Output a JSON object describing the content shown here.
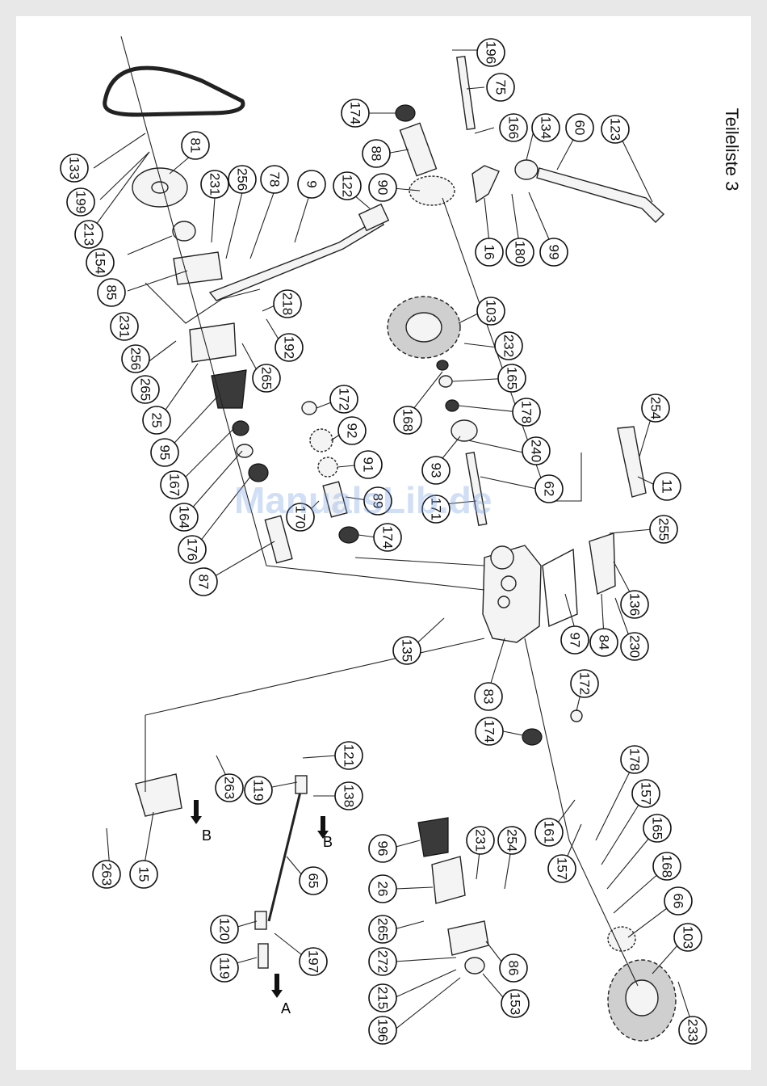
{
  "sheet": {
    "title": "Teileliste 3",
    "watermark": "ManualsLib.de"
  },
  "callouts": [
    {
      "id": "c196a",
      "text": "196"
    },
    {
      "id": "c75",
      "text": "75"
    },
    {
      "id": "c174a",
      "text": "174"
    },
    {
      "id": "c166",
      "text": "166"
    },
    {
      "id": "c134",
      "text": "134"
    },
    {
      "id": "c60",
      "text": "60"
    },
    {
      "id": "c123",
      "text": "123"
    },
    {
      "id": "c133",
      "text": "133"
    },
    {
      "id": "c199",
      "text": "199"
    },
    {
      "id": "c213",
      "text": "213"
    },
    {
      "id": "c81",
      "text": "81"
    },
    {
      "id": "c154",
      "text": "154"
    },
    {
      "id": "c85",
      "text": "85"
    },
    {
      "id": "c231a",
      "text": "231"
    },
    {
      "id": "c256a",
      "text": "256"
    },
    {
      "id": "c78",
      "text": "78"
    },
    {
      "id": "c9",
      "text": "9"
    },
    {
      "id": "c122",
      "text": "122"
    },
    {
      "id": "c88",
      "text": "88"
    },
    {
      "id": "c90",
      "text": "90"
    },
    {
      "id": "c16",
      "text": "16"
    },
    {
      "id": "c180",
      "text": "180"
    },
    {
      "id": "c99",
      "text": "99"
    },
    {
      "id": "c231b",
      "text": "231"
    },
    {
      "id": "c256b",
      "text": "256"
    },
    {
      "id": "c265a",
      "text": "265"
    },
    {
      "id": "c218",
      "text": "218"
    },
    {
      "id": "c192",
      "text": "192"
    },
    {
      "id": "c265b",
      "text": "265"
    },
    {
      "id": "c25",
      "text": "25"
    },
    {
      "id": "c95",
      "text": "95"
    },
    {
      "id": "c167",
      "text": "167"
    },
    {
      "id": "c164",
      "text": "164"
    },
    {
      "id": "c176",
      "text": "176"
    },
    {
      "id": "c87",
      "text": "87"
    },
    {
      "id": "c170",
      "text": "170"
    },
    {
      "id": "c172a",
      "text": "172"
    },
    {
      "id": "c92",
      "text": "92"
    },
    {
      "id": "c91",
      "text": "91"
    },
    {
      "id": "c89",
      "text": "89"
    },
    {
      "id": "c174b",
      "text": "174"
    },
    {
      "id": "c103a",
      "text": "103"
    },
    {
      "id": "c232",
      "text": "232"
    },
    {
      "id": "c165a",
      "text": "165"
    },
    {
      "id": "c168a",
      "text": "168"
    },
    {
      "id": "c178a",
      "text": "178"
    },
    {
      "id": "c93",
      "text": "93"
    },
    {
      "id": "c240",
      "text": "240"
    },
    {
      "id": "c171",
      "text": "171"
    },
    {
      "id": "c62",
      "text": "62"
    },
    {
      "id": "c254a",
      "text": "254"
    },
    {
      "id": "c11",
      "text": "11"
    },
    {
      "id": "c255",
      "text": "255"
    },
    {
      "id": "c136",
      "text": "136"
    },
    {
      "id": "c97",
      "text": "97"
    },
    {
      "id": "c84",
      "text": "84"
    },
    {
      "id": "c230",
      "text": "230"
    },
    {
      "id": "c135",
      "text": "135"
    },
    {
      "id": "c83",
      "text": "83"
    },
    {
      "id": "c172b",
      "text": "172"
    },
    {
      "id": "c174c",
      "text": "174"
    },
    {
      "id": "c121",
      "text": "121"
    },
    {
      "id": "c263a",
      "text": "263"
    },
    {
      "id": "c119a",
      "text": "119"
    },
    {
      "id": "c138",
      "text": "138"
    },
    {
      "id": "c263b",
      "text": "263"
    },
    {
      "id": "c15",
      "text": "15"
    },
    {
      "id": "c65",
      "text": "65"
    },
    {
      "id": "c120",
      "text": "120"
    },
    {
      "id": "c119b",
      "text": "119"
    },
    {
      "id": "c197",
      "text": "197"
    },
    {
      "id": "c96",
      "text": "96"
    },
    {
      "id": "c231c",
      "text": "231"
    },
    {
      "id": "c254b",
      "text": "254"
    },
    {
      "id": "c26",
      "text": "26"
    },
    {
      "id": "c265c",
      "text": "265"
    },
    {
      "id": "c272",
      "text": "272"
    },
    {
      "id": "c215",
      "text": "215"
    },
    {
      "id": "c196b",
      "text": "196"
    },
    {
      "id": "c86",
      "text": "86"
    },
    {
      "id": "c153",
      "text": "153"
    },
    {
      "id": "c178b",
      "text": "178"
    },
    {
      "id": "c157a",
      "text": "157"
    },
    {
      "id": "c161",
      "text": "161"
    },
    {
      "id": "c157b",
      "text": "157"
    },
    {
      "id": "c165b",
      "text": "165"
    },
    {
      "id": "c168b",
      "text": "168"
    },
    {
      "id": "c66",
      "text": "66"
    },
    {
      "id": "c103b",
      "text": "103"
    },
    {
      "id": "c233",
      "text": "233"
    }
  ],
  "markers": [
    {
      "id": "mB1",
      "text": "B"
    },
    {
      "id": "mB2",
      "text": "B"
    },
    {
      "id": "mA",
      "text": "A"
    }
  ]
}
